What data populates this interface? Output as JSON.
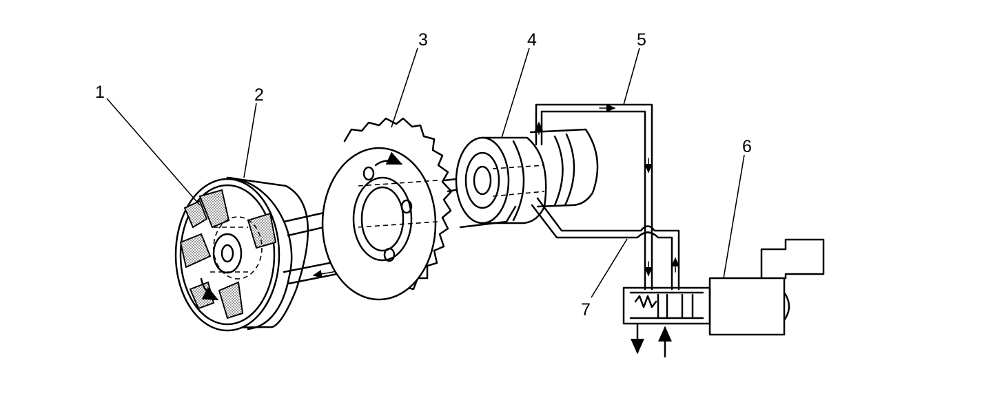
{
  "callouts": [
    {
      "id": "1",
      "label": "1"
    },
    {
      "id": "2",
      "label": "2"
    },
    {
      "id": "3",
      "label": "3"
    },
    {
      "id": "4",
      "label": "4"
    },
    {
      "id": "5",
      "label": "5"
    },
    {
      "id": "6",
      "label": "6"
    },
    {
      "id": "7",
      "label": "7"
    }
  ],
  "colors": {
    "ink": "#000000",
    "background": "#ffffff",
    "shading": "#b8b8b8"
  }
}
